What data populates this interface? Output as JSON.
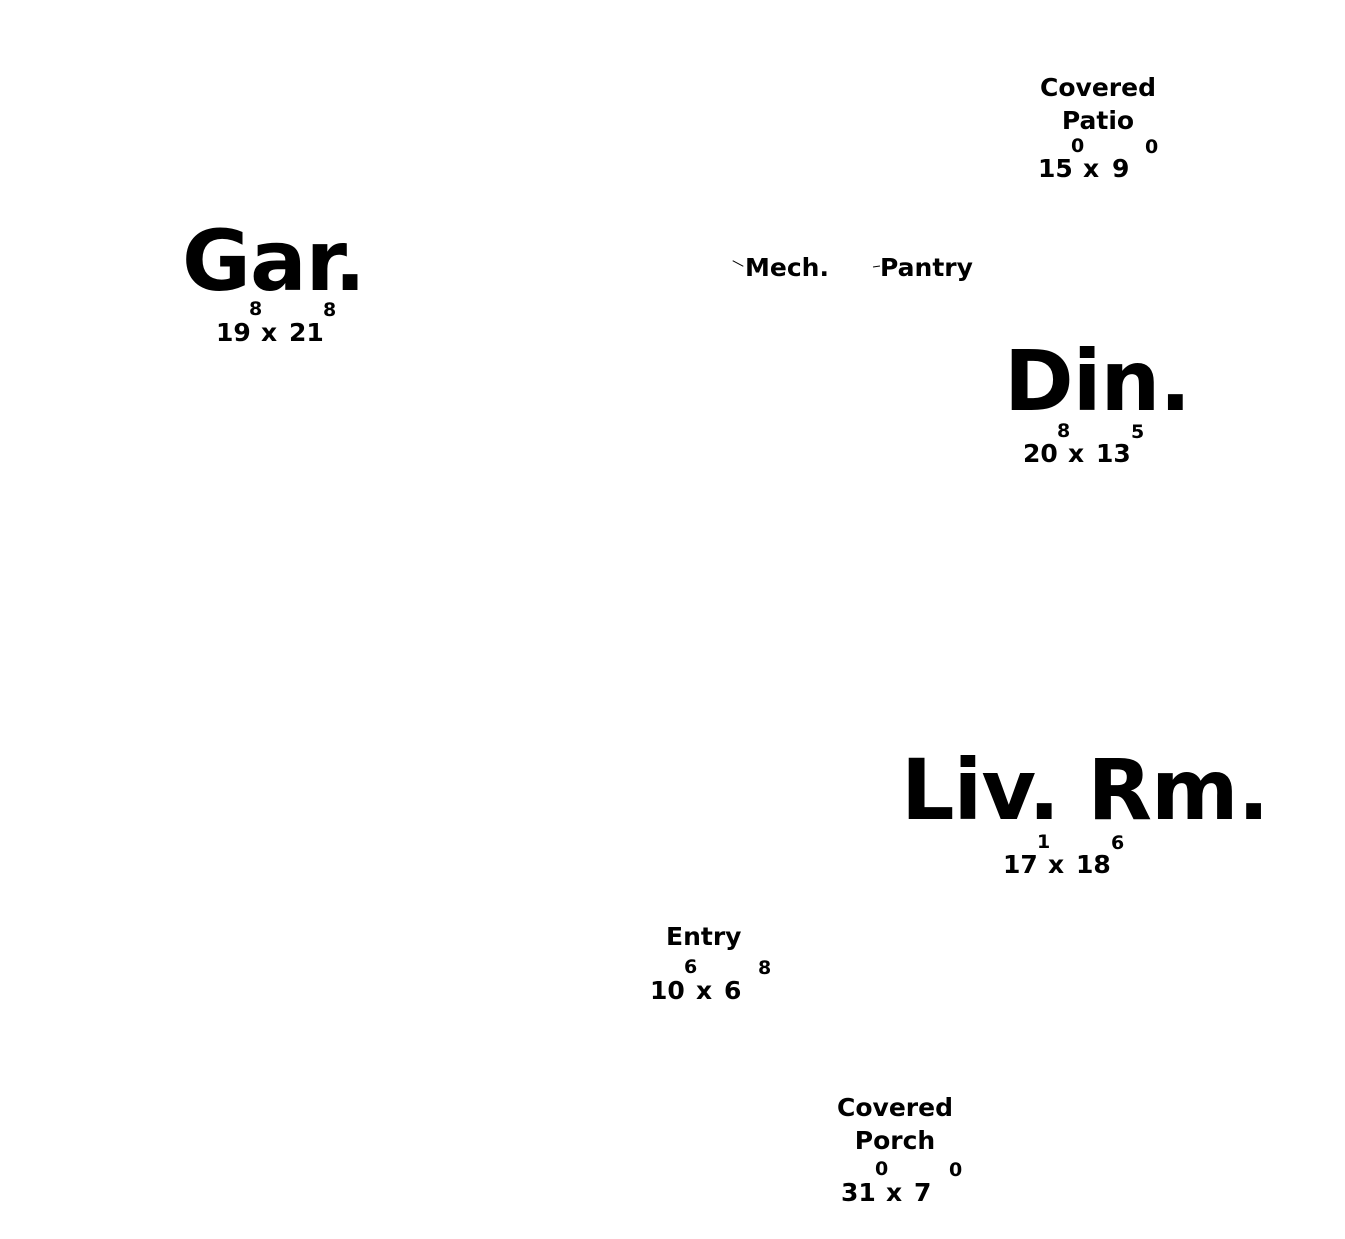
{
  "rooms": {
    "covered_patio": {
      "name_line1": "Covered",
      "name_line2": "Patio",
      "width_feet": "15",
      "width_inches": "0",
      "times": "x",
      "depth_feet": "9",
      "depth_inches": "0"
    },
    "garage": {
      "name": "Gar.",
      "width_feet": "19",
      "width_inches": "8",
      "times": "x",
      "depth_feet": "21",
      "depth_inches": "8"
    },
    "mech": {
      "name": "Mech."
    },
    "pantry": {
      "name": "Pantry"
    },
    "dining": {
      "name": "Din.",
      "width_feet": "20",
      "width_inches": "8",
      "times": "x",
      "depth_feet": "13",
      "depth_inches": "5"
    },
    "living_room": {
      "name": "Liv. Rm.",
      "width_feet": "17",
      "width_inches": "1",
      "times": "x",
      "depth_feet": "18",
      "depth_inches": "6"
    },
    "entry": {
      "name": "Entry",
      "width_feet": "10",
      "width_inches": "6",
      "times": "x",
      "depth_feet": "6",
      "depth_inches": "8"
    },
    "covered_porch": {
      "name_line1": "Covered",
      "name_line2": "Porch",
      "width_feet": "31",
      "width_inches": "0",
      "times": "x",
      "depth_feet": "7",
      "depth_inches": "0"
    }
  }
}
